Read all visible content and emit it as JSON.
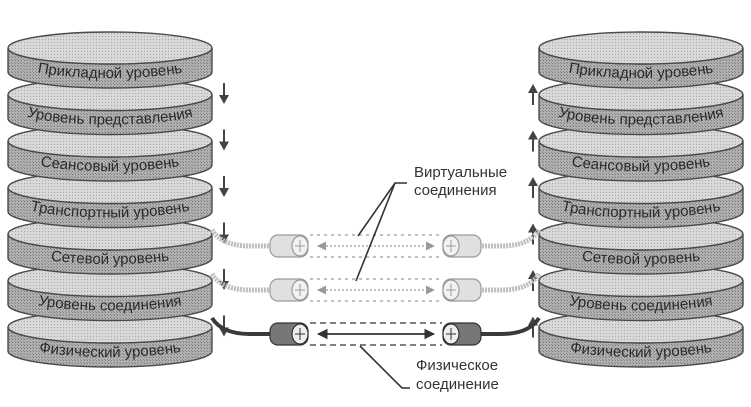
{
  "diagram": {
    "title": "OSI model: virtual and physical connections",
    "left_stack": {
      "direction": "down",
      "layers": [
        {
          "label": "Прикладной уровень"
        },
        {
          "label": "Уровень представления"
        },
        {
          "label": "Сеансовый уровень"
        },
        {
          "label": "Транспортный уровень"
        },
        {
          "label": "Сетевой уровень"
        },
        {
          "label": "Уровень соединения"
        },
        {
          "label": "Физический уровень"
        }
      ]
    },
    "right_stack": {
      "direction": "up",
      "layers": [
        {
          "label": "Прикладной уровень"
        },
        {
          "label": "Уровень представления"
        },
        {
          "label": "Сеансовый уровень"
        },
        {
          "label": "Транспортный уровень"
        },
        {
          "label": "Сетевой уровень"
        },
        {
          "label": "Уровень соединения"
        },
        {
          "label": "Физический уровень"
        }
      ]
    },
    "connections": [
      {
        "type": "virtual",
        "between_layer": "Сетевой уровень"
      },
      {
        "type": "virtual",
        "between_layer": "Уровень соединения"
      },
      {
        "type": "physical",
        "between_layer": "Физический уровень"
      }
    ],
    "callouts": {
      "virtual": {
        "line1": "Виртуальные",
        "line2": "соединения"
      },
      "physical": {
        "line1": "Физическое",
        "line2": "соединение"
      }
    },
    "colors": {
      "disk_top": "#dcdcdc",
      "disk_side": "#b5b5b5",
      "outline": "#4a4a4a",
      "arrow": "#444444",
      "virtual_cable": "#bdbdbd",
      "physical_cable": "#3a3a3a",
      "text": "#2a2a2a"
    }
  }
}
